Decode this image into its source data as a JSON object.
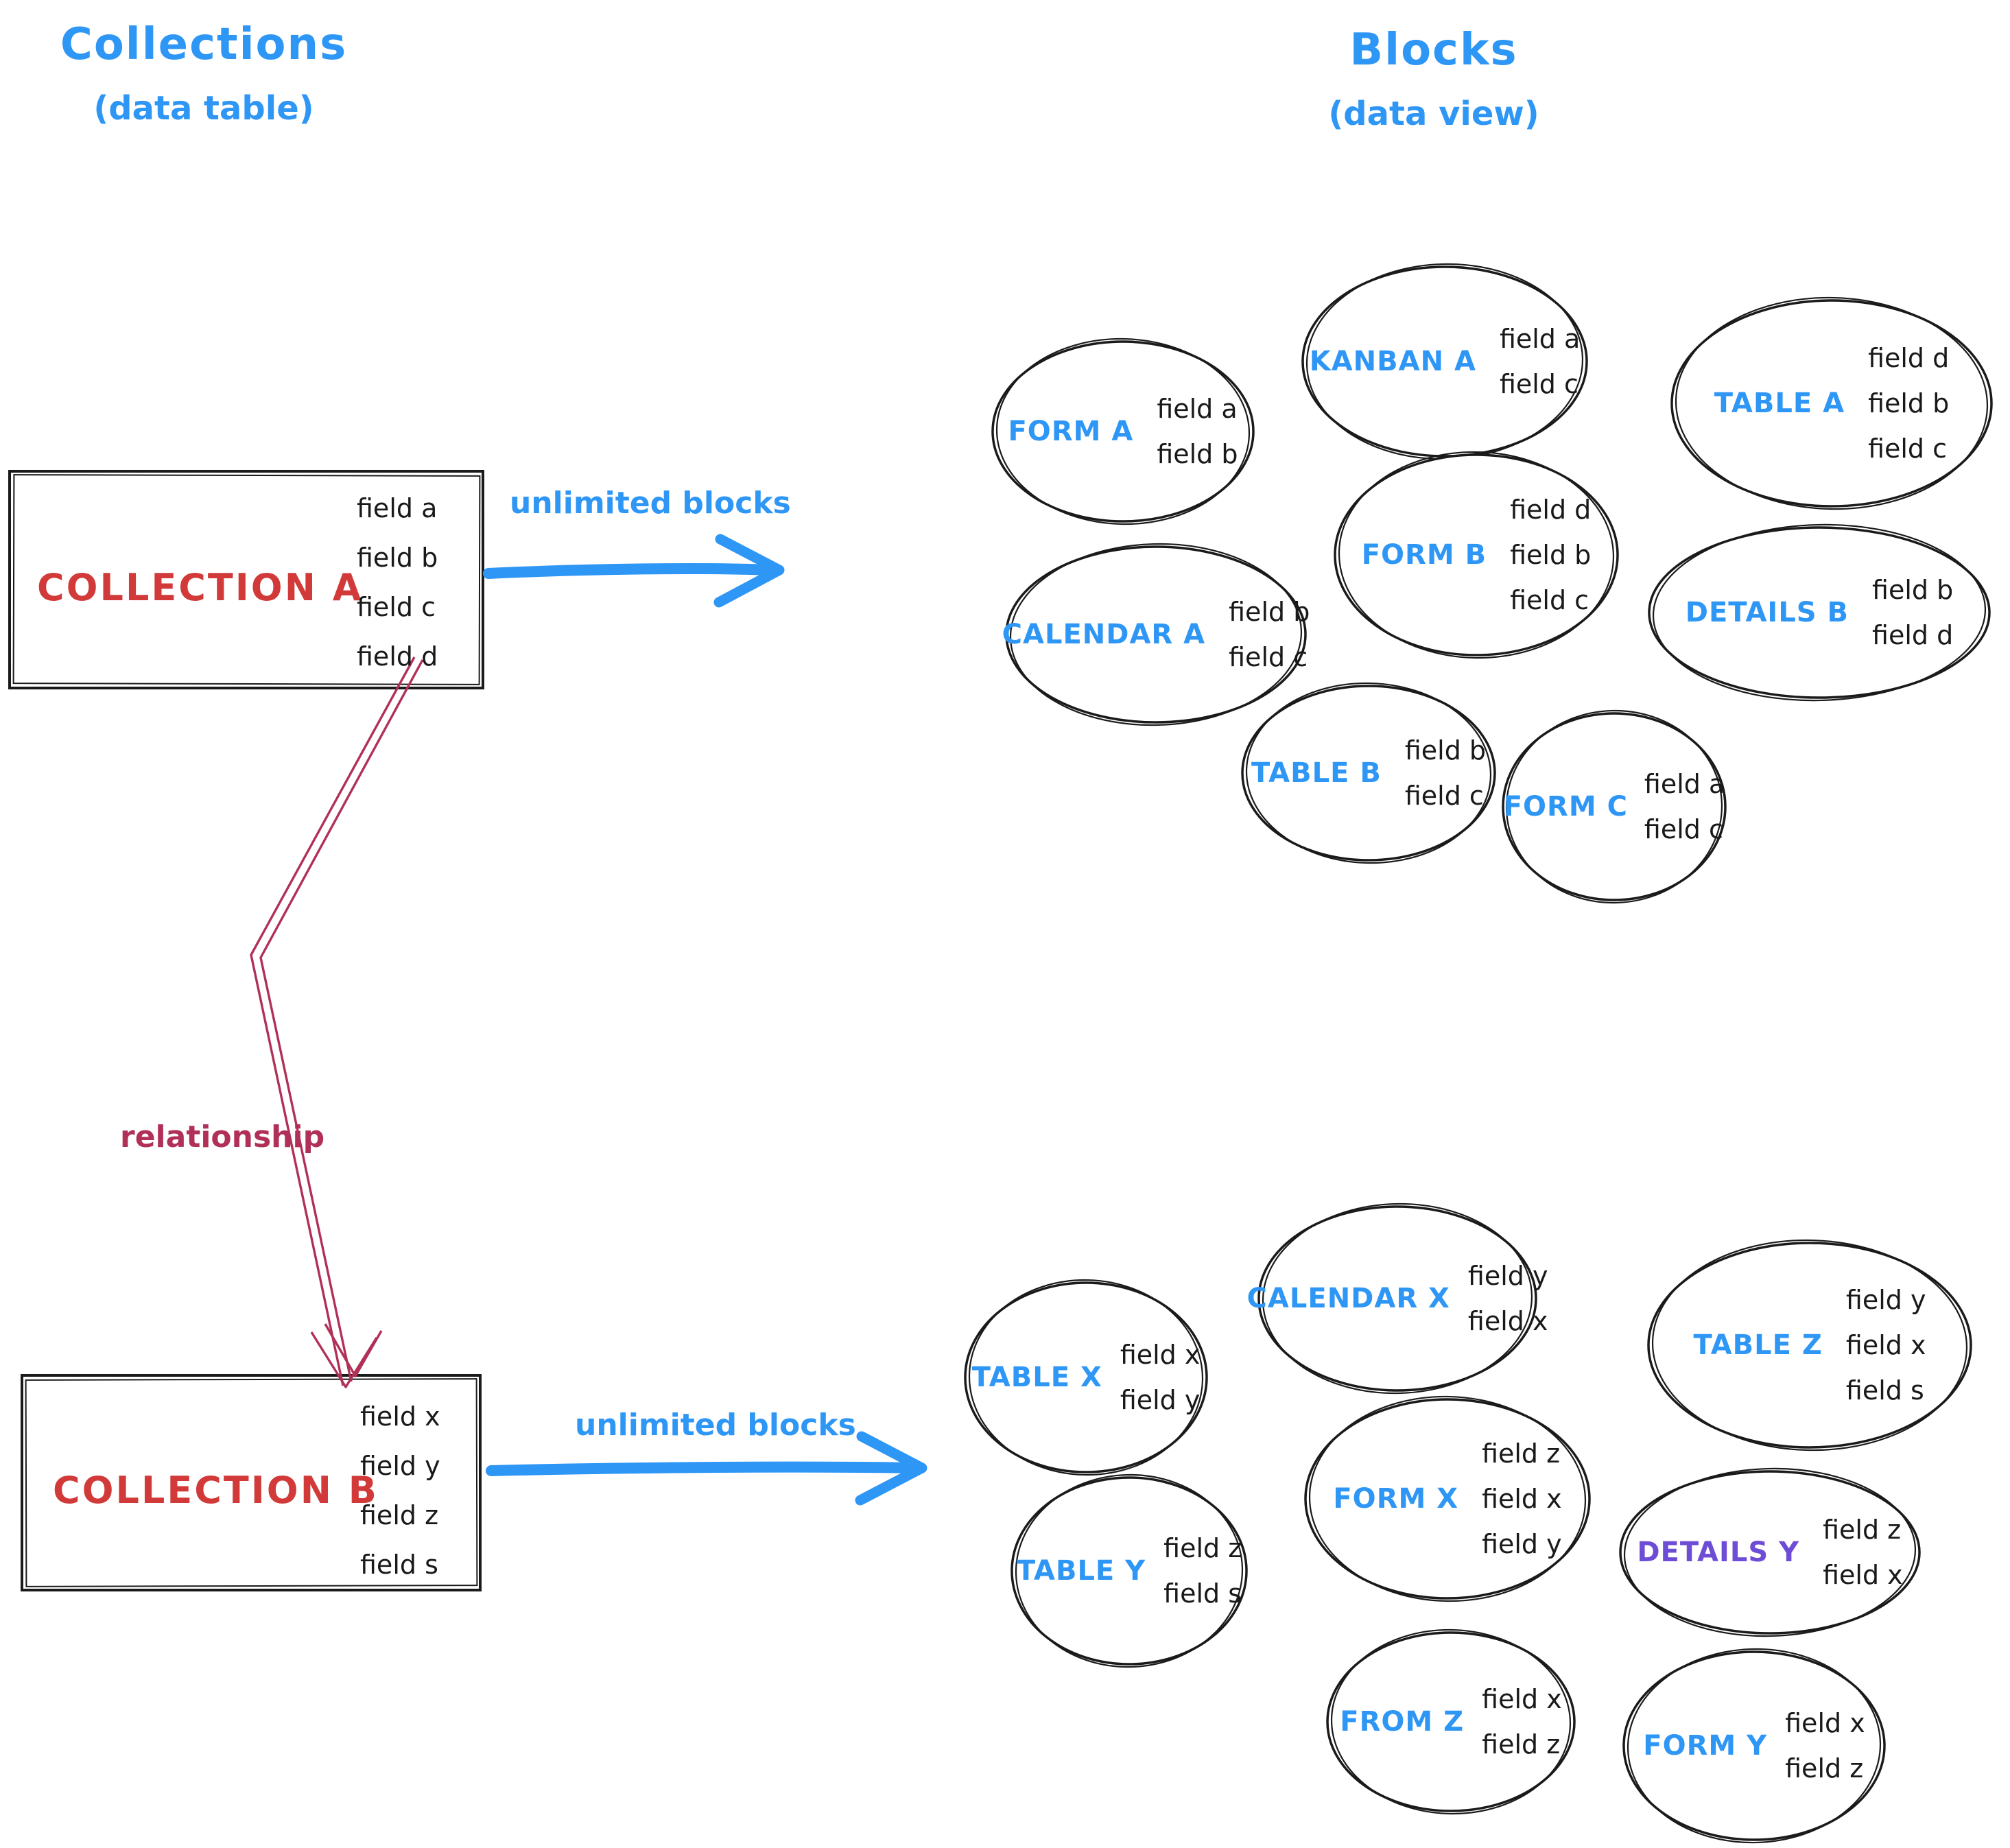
{
  "headers": {
    "left_title": "Collections",
    "left_subtitle": "(data table)",
    "right_title": "Blocks",
    "right_subtitle": "(data view)"
  },
  "arrows": {
    "top_label": "unlimited blocks",
    "bottom_label": "unlimited blocks",
    "relationship_label": "relationship"
  },
  "collections": [
    {
      "name": "COLLECTION A",
      "fields": [
        "field a",
        "field b",
        "field c",
        "field d"
      ]
    },
    {
      "name": "COLLECTION B",
      "fields": [
        "field x",
        "field y",
        "field z",
        "field s"
      ]
    }
  ],
  "blocks": [
    {
      "name": "FORM A",
      "fields": [
        "field a",
        "field b"
      ]
    },
    {
      "name": "KANBAN A",
      "fields": [
        "field a",
        "field c"
      ]
    },
    {
      "name": "TABLE A",
      "fields": [
        "field d",
        "field b",
        "field c"
      ]
    },
    {
      "name": "CALENDAR A",
      "fields": [
        "field b",
        "field c"
      ]
    },
    {
      "name": "FORM B",
      "fields": [
        "field d",
        "field b",
        "field c"
      ]
    },
    {
      "name": "DETAILS B",
      "fields": [
        "field b",
        "field d"
      ]
    },
    {
      "name": "TABLE B",
      "fields": [
        "field b",
        "field c"
      ]
    },
    {
      "name": "FORM C",
      "fields": [
        "field a",
        "field c"
      ]
    },
    {
      "name": "TABLE X",
      "fields": [
        "field x",
        "field y"
      ]
    },
    {
      "name": "CALENDAR X",
      "fields": [
        "field y",
        "field x"
      ]
    },
    {
      "name": "TABLE Z",
      "fields": [
        "field y",
        "field x",
        "field s"
      ]
    },
    {
      "name": "TABLE Y",
      "fields": [
        "field z",
        "field s"
      ]
    },
    {
      "name": "FORM X",
      "fields": [
        "field z",
        "field x",
        "field y"
      ]
    },
    {
      "name": "DETAILS Y",
      "fields": [
        "field z",
        "field x"
      ]
    },
    {
      "name": "FROM Z",
      "fields": [
        "field x",
        "field z"
      ]
    },
    {
      "name": "FORM Y",
      "fields": [
        "field x",
        "field z"
      ]
    }
  ],
  "colors": {
    "accent_blue": "#2e96f5",
    "collection_red": "#d23a3a",
    "relationship_crimson": "#b13058",
    "details_y_purple": "#6d4dd6",
    "ink": "#1a1a1a"
  }
}
